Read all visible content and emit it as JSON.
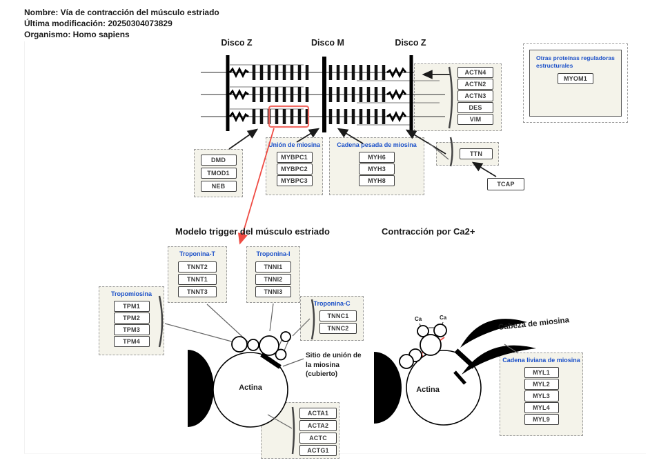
{
  "header": {
    "nombre": "Nombre: Vía de contracción del músculo estriado",
    "modificacion": "Última modificación: 20250304073829",
    "organismo": "Organismo: Homo sapiens"
  },
  "sarcomere": {
    "disco_z_left": "Disco Z",
    "disco_m": "Disco M",
    "disco_z_right": "Disco Z"
  },
  "sections": {
    "trigger_title": "Modelo trigger del músculo estriado",
    "ca_title": "Contracción por Ca2+"
  },
  "groups": {
    "actn": {
      "genes": [
        "ACTN4",
        "ACTN2",
        "ACTN3",
        "DES",
        "VIM"
      ]
    },
    "otras": {
      "title": "Otras proteínas reguladoras estructurales",
      "genes": [
        "MYOM1"
      ]
    },
    "dmd": {
      "genes": [
        "DMD",
        "TMOD1",
        "NEB"
      ]
    },
    "union": {
      "title": "Unión de miosina",
      "genes": [
        "MYBPC1",
        "MYBPC2",
        "MYBPC3"
      ]
    },
    "pesada": {
      "title": "Cadena pesada de miosina",
      "genes": [
        "MYH6",
        "MYH3",
        "MYH8"
      ]
    },
    "ttn": {
      "genes": [
        "TTN"
      ]
    },
    "tcap": {
      "genes": [
        "TCAP"
      ]
    },
    "tnnt": {
      "title": "Troponina-T",
      "genes": [
        "TNNT2",
        "TNNT1",
        "TNNT3"
      ]
    },
    "tnni": {
      "title": "Troponina-I",
      "genes": [
        "TNNI1",
        "TNNI2",
        "TNNI3"
      ]
    },
    "tropo": {
      "title": "Tropomiosina",
      "genes": [
        "TPM1",
        "TPM2",
        "TPM3",
        "TPM4"
      ]
    },
    "tnnc": {
      "title": "Troponina-C",
      "genes": [
        "TNNC1",
        "TNNC2"
      ]
    },
    "acta": {
      "genes": [
        "ACTA1",
        "ACTA2",
        "ACTC",
        "ACTG1"
      ]
    },
    "myl": {
      "title": "Cadena liviana de miosina",
      "genes": [
        "MYL1",
        "MYL2",
        "MYL3",
        "MYL4",
        "MYL9"
      ]
    }
  },
  "labels": {
    "actina_left": "Actina",
    "actina_right": "Actina",
    "sitio": [
      "Sitio de unión de",
      "la miosina",
      "(cubierto)"
    ],
    "cabeza": "Cabeza de miosina",
    "ca_left": "Ca",
    "ca_right": "Ca"
  },
  "colors": {
    "group_title_blue": "#1b50c8",
    "group_background": "#f4f3ea",
    "highlight_red": "#ef4b43",
    "line_black": "#1a1a1a"
  }
}
